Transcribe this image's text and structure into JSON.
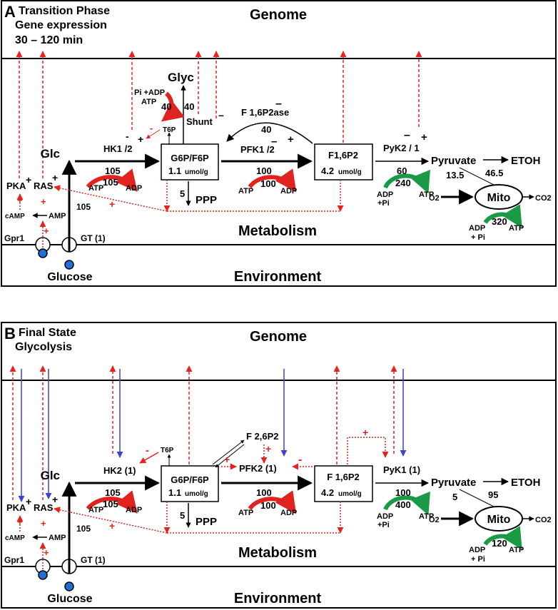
{
  "colors": {
    "regulation_red": "#e8211c",
    "feedback_blue": "#3f3fd0",
    "atp_green": "#1a9a44",
    "atp_red": "#e0231f",
    "transporter_blue": "#1e6fd8",
    "frame": "#000000"
  },
  "panelA": {
    "letter": "A",
    "heading1": "Transition Phase",
    "heading2": "Gene expression",
    "heading3": "30 – 120 min",
    "genome": "Genome",
    "metabolism": "Metabolism",
    "environment": "Environment",
    "glc": "Glc",
    "glucose": "Glucose",
    "gt": "GT (1)",
    "gpr1": "Gpr1",
    "pka": "PKA",
    "ras": "RAS",
    "camp": "cAMP",
    "amp": "AMP",
    "glc_flux": "105",
    "hk": "HK1 /2",
    "hk_flux": "105",
    "hk_atp": "ATP",
    "hk_atp_val": "105",
    "hk_adp": "ADP",
    "g6p_box": "G6P/F6P",
    "g6p_conc": "1.1",
    "g6p_unit": "umol/g",
    "t6p": "T6P",
    "glyc": "Glyc",
    "glyc_pi_adp": "Pi +ADP",
    "glyc_atp": "ATP",
    "glyc_cycle": "40",
    "glyc_flux": "40",
    "shunt": "Shunt",
    "ppp_flux": "5",
    "ppp": "PPP",
    "pfk": "PFK1 /2",
    "pfk_flux": "100",
    "pfk_atp": "ATP",
    "pfk_atp_val": "100",
    "pfk_adp": "ADP",
    "fbpase": "F 1,6P2ase",
    "fbpase_flux": "40",
    "f16_box": "F1,6P2",
    "f16_conc": "4.2",
    "f16_unit": "umol/g",
    "pyk": "PyK2 / 1",
    "pyk_flux": "60",
    "pyk_adp": "ADP",
    "pyk_pi": "+Pi",
    "pyk_val": "240",
    "pyk_atp": "ATP",
    "pyruvate": "Pyruvate",
    "etoh": "ETOH",
    "etoh_flux": "46.5",
    "mito_flux": "13.5",
    "o2": "O2",
    "mito": "Mito",
    "co2": "CO2",
    "mito_adp": "ADP",
    "mito_pi": "+ Pi",
    "mito_val": "320",
    "mito_atp": "ATP"
  },
  "panelB": {
    "letter": "B",
    "heading1": "Final State",
    "heading2": "Glycolysis",
    "genome": "Genome",
    "metabolism": "Metabolism",
    "environment": "Environment",
    "glc": "Glc",
    "glucose": "Glucose",
    "gt": "GT (1)",
    "gpr1": "Gpr1",
    "pka": "PKA",
    "ras": "RAS",
    "camp": "cAMP",
    "amp": "AMP",
    "glc_flux": "105",
    "hk": "HK2 (1)",
    "hk_flux": "105",
    "hk_atp": "ATP",
    "hk_atp_val": "105",
    "hk_adp": "ADP",
    "g6p_box": "G6P/F6P",
    "g6p_conc": "1.1",
    "g6p_unit": "umol/g",
    "t6p": "T6P",
    "f26": "F 2,6P2",
    "ppp_flux": "5",
    "ppp": "PPP",
    "pfk": "PFK2 (1)",
    "pfk_flux": "100",
    "pfk_atp": "ATP",
    "pfk_atp_val": "100",
    "pfk_adp": "ADP",
    "f16_box": "F 1,6P2",
    "f16_conc": "4.2",
    "f16_unit": "umol/g",
    "pyk": "PyK1 (1)",
    "pyk_flux": "100",
    "pyk_adp": "ADP",
    "pyk_pi": "+Pi",
    "pyk_val": "400",
    "pyk_atp": "ATP",
    "pyruvate": "Pyruvate",
    "etoh": "ETOH",
    "etoh_flux": "95",
    "mito_flux": "5",
    "o2": "O2",
    "mito": "Mito",
    "co2": "CO2",
    "mito_adp": "ADP",
    "mito_pi": "+ Pi",
    "mito_val": "120",
    "mito_atp": "ATP"
  }
}
